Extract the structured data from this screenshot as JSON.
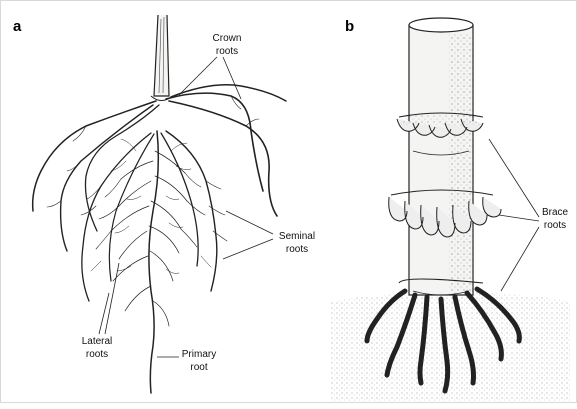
{
  "panels": {
    "a": {
      "letter": "a",
      "labels": {
        "crown": [
          "Crown",
          "roots"
        ],
        "seminal": [
          "Seminal",
          "roots"
        ],
        "lateral": [
          "Lateral",
          "roots"
        ],
        "primary": [
          "Primary",
          "root"
        ]
      }
    },
    "b": {
      "letter": "b",
      "labels": {
        "brace": [
          "Brace",
          "roots"
        ]
      }
    }
  },
  "colors": {
    "ink": "#222222",
    "stem": "#f4f4f2",
    "ground": "#dcdcdc"
  }
}
